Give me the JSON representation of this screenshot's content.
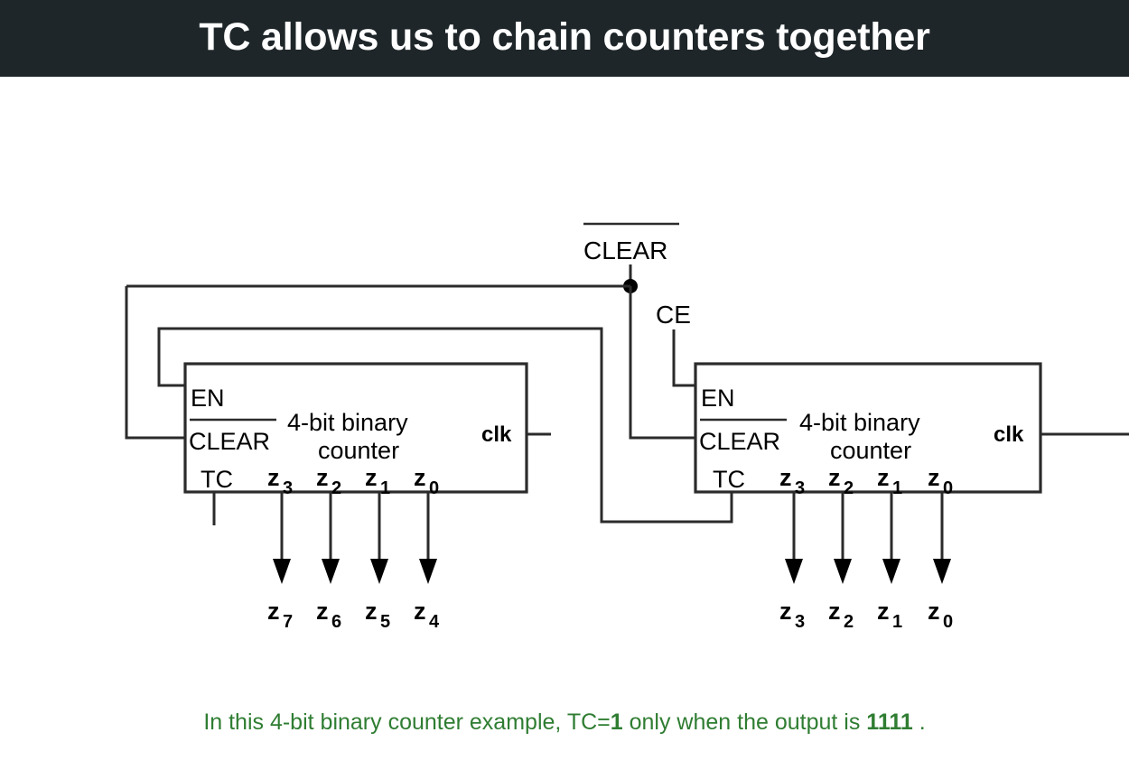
{
  "title": "TC allows us to chain counters together",
  "theme": {
    "title_bar_bg": "#1e2629",
    "title_color": "#ffffff",
    "page_bg": "#ffffff",
    "wire_color": "#2b2b2b",
    "caption_color": "#2f7d32"
  },
  "diagram": {
    "top_signals": {
      "clear_label": "CLEAR",
      "clear_active_low": true,
      "ce_label": "CE"
    },
    "counters": [
      {
        "id": "left-counter",
        "body_line1": "4-bit binary",
        "body_line2": "counter",
        "inputs": [
          "EN",
          "CLEAR"
        ],
        "clear_active_low": true,
        "clk_label": "clk",
        "pins": [
          "TC",
          "z",
          "z",
          "z",
          "z"
        ],
        "tc_label": "TC",
        "pin_labels": [
          {
            "base": "z",
            "sub": "3"
          },
          {
            "base": "z",
            "sub": "2"
          },
          {
            "base": "z",
            "sub": "1"
          },
          {
            "base": "z",
            "sub": "0"
          }
        ],
        "outputs": [
          {
            "base": "z",
            "sub": "7"
          },
          {
            "base": "z",
            "sub": "6"
          },
          {
            "base": "z",
            "sub": "5"
          },
          {
            "base": "z",
            "sub": "4"
          }
        ]
      },
      {
        "id": "right-counter",
        "body_line1": "4-bit binary",
        "body_line2": "counter",
        "inputs": [
          "EN",
          "CLEAR"
        ],
        "clear_active_low": true,
        "clk_label": "clk",
        "tc_label": "TC",
        "pin_labels": [
          {
            "base": "z",
            "sub": "3"
          },
          {
            "base": "z",
            "sub": "2"
          },
          {
            "base": "z",
            "sub": "1"
          },
          {
            "base": "z",
            "sub": "0"
          }
        ],
        "outputs": [
          {
            "base": "z",
            "sub": "3"
          },
          {
            "base": "z",
            "sub": "2"
          },
          {
            "base": "z",
            "sub": "1"
          },
          {
            "base": "z",
            "sub": "0"
          }
        ]
      }
    ]
  },
  "caption": {
    "part1": "In this 4-bit binary counter example, TC=",
    "bold1": "1",
    "part2": " only when the output is ",
    "bold2": "1111",
    "part3": " ."
  }
}
